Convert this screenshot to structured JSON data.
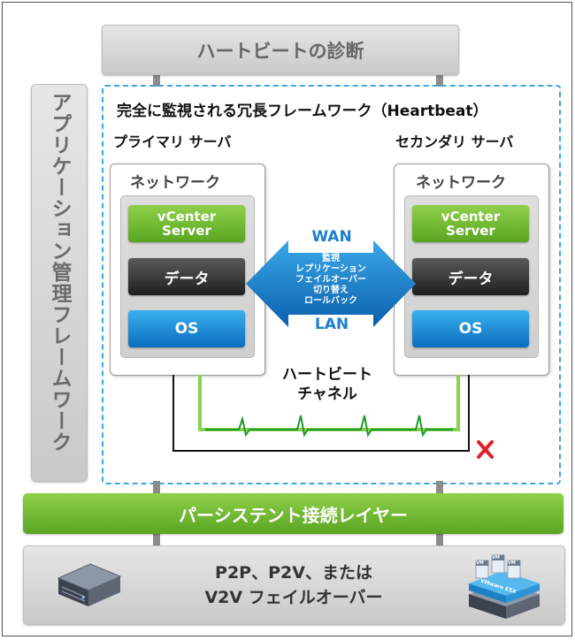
{
  "header": {
    "title": "ハートビートの診断"
  },
  "side_bar": {
    "label": "アプリケーション管理フレームワーク"
  },
  "frame": {
    "title": "完全に監視される冗長フレームワーク（Heartbeat）"
  },
  "primary": {
    "title": "プライマリ サーバ",
    "network_label": "ネットワーク",
    "layers": {
      "vcenter_line1": "vCenter",
      "vcenter_line2": "Server",
      "data": "データ",
      "os": "OS"
    }
  },
  "secondary": {
    "title": "セカンダリ サーバ",
    "network_label": "ネットワーク",
    "layers": {
      "vcenter_line1": "vCenter",
      "vcenter_line2": "Server",
      "data": "データ",
      "os": "OS"
    }
  },
  "link": {
    "wan": "WAN",
    "lan": "LAN",
    "functions": [
      "監視",
      "レプリケーション",
      "フェイルオーバー",
      "切り替え",
      "ロールバック"
    ]
  },
  "heartbeat_channel": {
    "line1": "ハートビート",
    "line2": "チャネル"
  },
  "persistent_layer": {
    "label": "パーシステント接続レイヤー"
  },
  "bottom": {
    "line1": "P2P、P2V、または",
    "line2": "V2V フェイルオーバー",
    "badge": "VMware ESX",
    "vm_tags": [
      "VM",
      "VM",
      "VM"
    ]
  },
  "colors": {
    "green": "#5aa522",
    "blue": "#0b6dbd",
    "dark": "#1f1f1f",
    "dotted_border": "#3aa8dd",
    "failure_mark": "#e0202a"
  }
}
